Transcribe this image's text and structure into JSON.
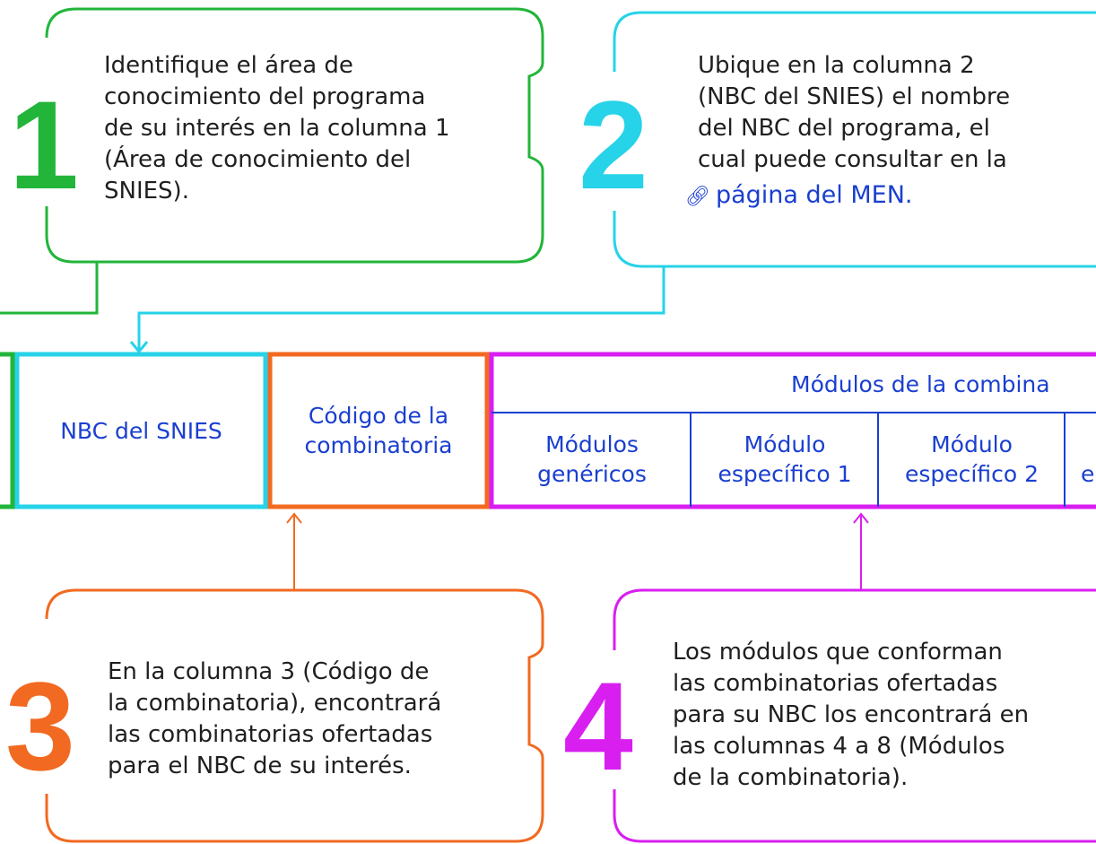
{
  "colors": {
    "green": "#22b53a",
    "cyan": "#26d3e8",
    "orange": "#f26a21",
    "magenta": "#d81ff0",
    "blue": "#1a3fd0"
  },
  "steps": [
    {
      "number": "1",
      "lines": [
        "Identifique el área de",
        "conocimiento del programa",
        "de su interés en la columna 1",
        "(Área de conocimiento del",
        "SNIES)."
      ]
    },
    {
      "number": "2",
      "lines": [
        "Ubique en la columna 2",
        "(NBC del SNIES) el nombre",
        "del NBC del programa, el",
        "cual puede consultar en la"
      ],
      "link_text": "página del MEN.",
      "link_icon": "link-icon"
    },
    {
      "number": "3",
      "lines": [
        "En la columna 3 (Código de",
        "la combinatoria), encontrará",
        "las combinatorias ofertadas",
        "para el NBC de su interés."
      ]
    },
    {
      "number": "4",
      "lines": [
        "Los módulos que conforman",
        "las combinatorias ofertadas",
        "para su NBC los encontrará en",
        "las columnas 4 a 8 (Módulos",
        "de la combinatoria)."
      ]
    }
  ],
  "table": {
    "nbc_header": "NBC del SNIES",
    "codigo_header": [
      "Código de la",
      "combinatoria"
    ],
    "modulos_header": "Módulos de la combina",
    "subheaders": [
      [
        "Módulos",
        "genéricos"
      ],
      [
        "Módulo",
        "específico 1"
      ],
      [
        "Módulo",
        "específico 2"
      ],
      [
        "",
        "e"
      ]
    ]
  }
}
